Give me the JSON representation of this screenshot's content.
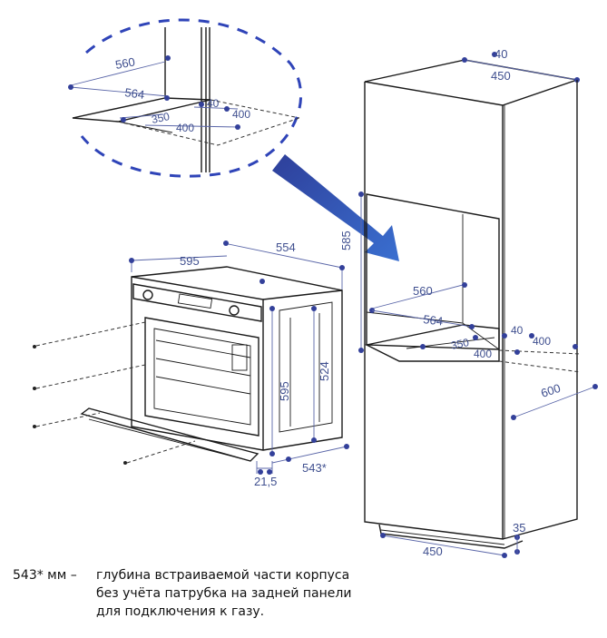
{
  "callout": {
    "dims": {
      "d560": "560",
      "d564": "564",
      "d40": "40",
      "d400a": "400",
      "d350": "350",
      "d400b": "400"
    }
  },
  "oven": {
    "dims": {
      "w595": "595",
      "w554": "554",
      "h585": "585",
      "h595": "595",
      "h524": "524",
      "d21_5": "21,5",
      "d543": "543*"
    }
  },
  "cabinet": {
    "dims": {
      "top40": "40",
      "top450": "450",
      "n560": "560",
      "n564": "564",
      "n40": "40",
      "n400a": "400",
      "n350": "350",
      "n400b": "400",
      "d600": "600",
      "b35": "35",
      "b450": "450"
    }
  },
  "note": {
    "lead": "543* мм –",
    "line1": "глубина встраиваемой части корпуса",
    "line2": "без учёта патрубка на задней панели",
    "line3": "для подключения к газу."
  },
  "colors": {
    "dimension": "#3f4f8f",
    "arrow": "#3451b8",
    "circle": "#2f44b8"
  }
}
